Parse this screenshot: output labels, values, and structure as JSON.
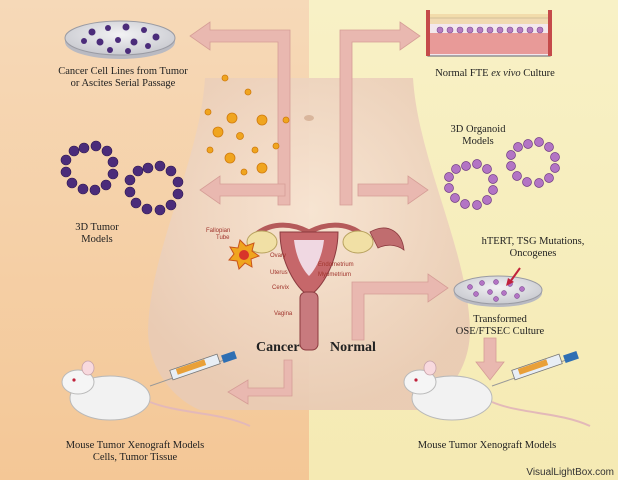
{
  "labels": {
    "cancer_cell_lines_1": "Cancer Cell Lines from Tumor",
    "cancer_cell_lines_2": "or Ascites Serial Passage",
    "normal_fte_pre": "Normal FTE ",
    "normal_fte_it": "ex vivo",
    "normal_fte_post": " Culture",
    "tumor_3d_1": "3D Tumor",
    "tumor_3d_2": "Models",
    "organoid_1": "3D Organoid",
    "organoid_2": "Models",
    "htert_1": "hTERT, TSG Mutations,",
    "htert_2": "Oncogenes",
    "transformed_1": "Transformed",
    "transformed_2": "OSE/FTSEC Culture",
    "cancer": "Cancer",
    "normal": "Normal",
    "mouse_left_1": "Mouse Tumor Xenograft Models",
    "mouse_left_2": "Cells, Tumor Tissue",
    "mouse_right": "Mouse Tumor Xenograft Models",
    "watermark": "VisualLightBox.com"
  },
  "anatomy": {
    "fallopian_1": "Fallopian",
    "fallopian_2": "Tube",
    "ovary": "Ovary",
    "endometrium": "Endometrium",
    "myometrium": "Myometrium",
    "uterus": "Uterus",
    "cervix": "Cervix",
    "vagina": "Vagina"
  },
  "colors": {
    "left_bg": "#f4c796",
    "right_bg": "#f5eab3",
    "arrow": "#e9b8b0",
    "tumor_cells": "#4b2c7a",
    "organoid_cells": "#9a5fb0"
  }
}
